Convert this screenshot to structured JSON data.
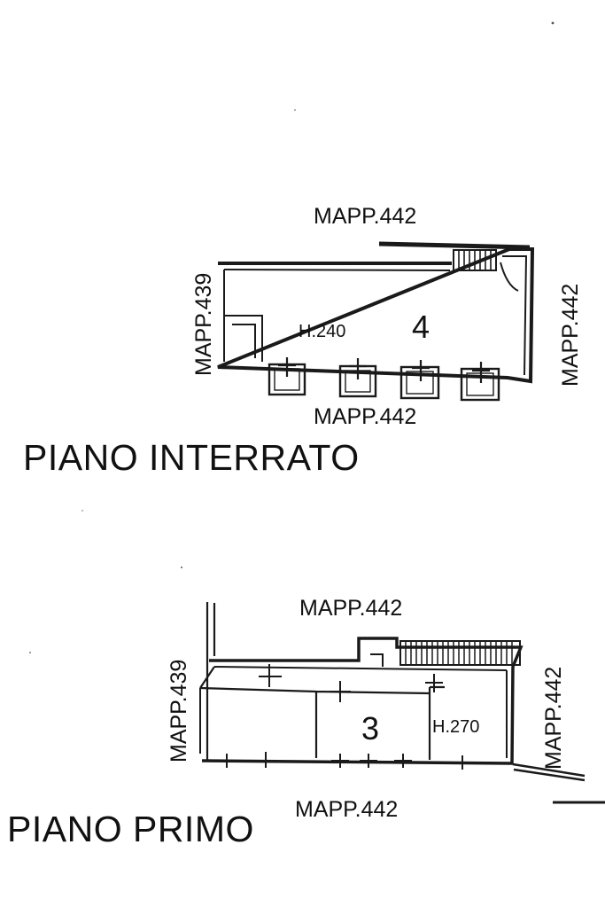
{
  "floors": [
    {
      "name": "PIANO INTERRATO",
      "unit": "4",
      "height": "H.240",
      "labels": {
        "top": "MAPP.442",
        "bottom": "MAPP.442",
        "left": "MAPP.439",
        "right": "MAPP.442"
      }
    },
    {
      "name": "PIANO PRIMO",
      "unit": "3",
      "height": "H.270",
      "labels": {
        "top": "MAPP.442",
        "bottom": "MAPP.442",
        "left": "MAPP.439",
        "right": "MAPP.442"
      }
    }
  ],
  "footer_text": ""
}
